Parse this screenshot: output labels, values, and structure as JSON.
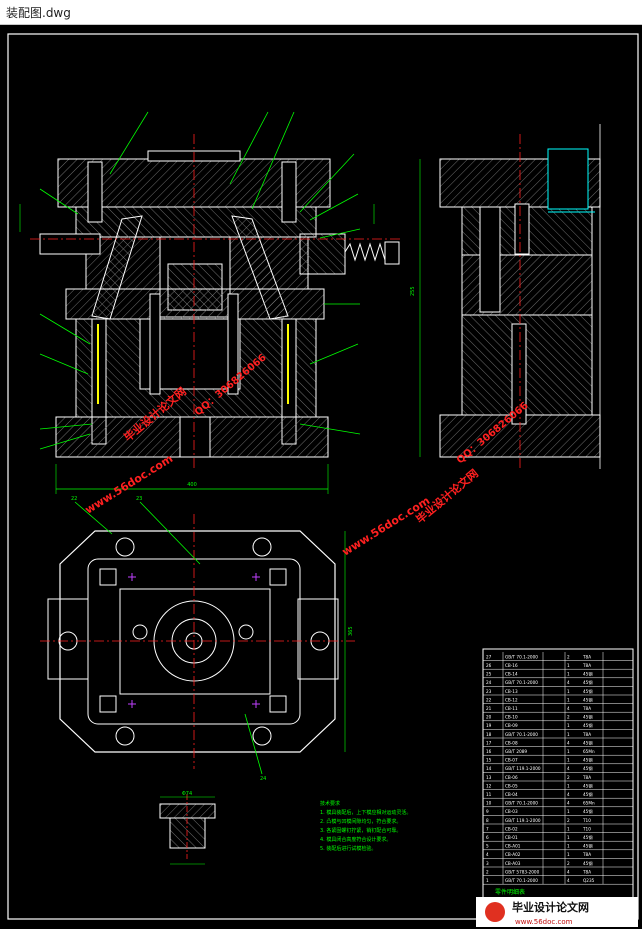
{
  "window": {
    "title": "装配图.dwg"
  },
  "drawing": {
    "dim_width": "400",
    "dim_height": "255",
    "dim_plan": "365",
    "part_dim_top": "Φ74",
    "balloon_plan_1": "22",
    "balloon_plan_2": "23",
    "balloon_plan_3": "24"
  },
  "bom": {
    "footer_label": "零件明细表",
    "rows": [
      [
        "27",
        "GB/T 70.1-2000",
        "2",
        "T8A"
      ],
      [
        "26",
        "CB-16",
        "1",
        "T8A"
      ],
      [
        "25",
        "CB-14",
        "1",
        "45钢"
      ],
      [
        "24",
        "GB/T 70.1-2000",
        "4",
        "45钢"
      ],
      [
        "23",
        "CB-13",
        "1",
        "45钢"
      ],
      [
        "22",
        "CB-12",
        "1",
        "45钢"
      ],
      [
        "21",
        "CB-11",
        "4",
        "T8A"
      ],
      [
        "20",
        "CB-10",
        "2",
        "45钢"
      ],
      [
        "19",
        "CB-09",
        "1",
        "45钢"
      ],
      [
        "18",
        "GB/T 70.1-2000",
        "1",
        "T8A"
      ],
      [
        "17",
        "CB-08",
        "4",
        "45钢"
      ],
      [
        "16",
        "GB/T 2089",
        "1",
        "65Mn"
      ],
      [
        "15",
        "CB-07",
        "1",
        "45钢"
      ],
      [
        "14",
        "GB/T 119.1-2000",
        "4",
        "45钢"
      ],
      [
        "13",
        "CB-06",
        "2",
        "T8A"
      ],
      [
        "12",
        "CB-05",
        "1",
        "45钢"
      ],
      [
        "11",
        "CB-04",
        "4",
        "45钢"
      ],
      [
        "10",
        "GB/T 70.1-2000",
        "4",
        "65Mn"
      ],
      [
        "9",
        "CB-03",
        "1",
        "45钢"
      ],
      [
        "8",
        "GB/T 119.1-2000",
        "2",
        "T10"
      ],
      [
        "7",
        "CB-02",
        "1",
        "T10"
      ],
      [
        "6",
        "CB-01",
        "1",
        "45钢"
      ],
      [
        "5",
        "CB-A01",
        "1",
        "45钢"
      ],
      [
        "4",
        "CB-A02",
        "1",
        "T8A"
      ],
      [
        "3",
        "CB-A03",
        "2",
        "45钢"
      ],
      [
        "2",
        "GB/T 5783-2000",
        "4",
        "T8A"
      ],
      [
        "1",
        "GB/T 70.1-2000",
        "4",
        "Q235"
      ]
    ]
  },
  "notes": {
    "title": "技术要求",
    "lines": [
      "1. 模具装配后，上下模应相对运动灵活。",
      "2. 凸模与凹模间隙均匀，符合要求。",
      "3. 各紧固螺钉拧紧，销钉配合可靠。",
      "4. 模具闭合高度符合设计要求。",
      "5. 装配后进行试模检验。"
    ]
  },
  "watermarks": {
    "brand": "毕业设计论文网",
    "site": "www.56doc.com",
    "qq": "QQ：306826066"
  },
  "logo": {
    "text": "毕业设计论文网",
    "url": "www.56doc.com"
  }
}
